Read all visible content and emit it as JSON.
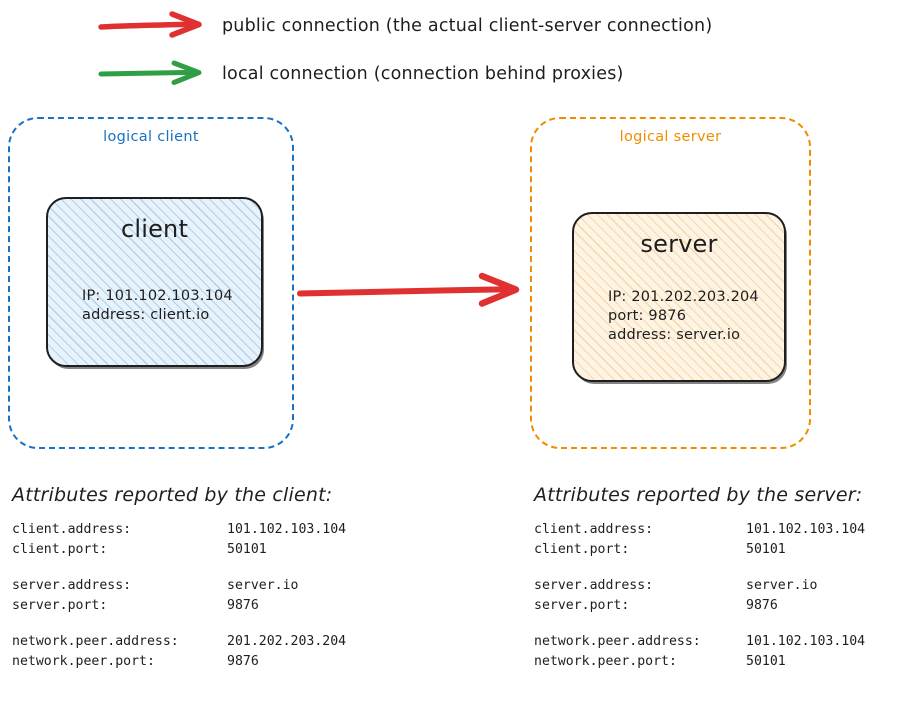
{
  "colors": {
    "public": "#e03131",
    "local": "#2f9e44",
    "logical_client_border": "#1971c2",
    "logical_server_border": "#f08c00",
    "client_fill": "#e7f2fb",
    "server_fill": "#fdf4e6",
    "ink": "#1e1e1e"
  },
  "legend": {
    "rows": [
      {
        "arrow": "red-arrow-icon",
        "label": "public connection (the actual client-server connection)"
      },
      {
        "arrow": "green-arrow-icon",
        "label": "local connection (connection behind proxies)"
      }
    ]
  },
  "diagram": {
    "public_arrow_name": "public-connection-arrow",
    "logical_client": {
      "title": "logical client",
      "node": {
        "title": "client",
        "lines": [
          "IP: 101.102.103.104",
          "address: client.io"
        ]
      }
    },
    "logical_server": {
      "title": "logical server",
      "node": {
        "title": "server",
        "lines": [
          "IP: 201.202.203.204",
          "port: 9876",
          "address: server.io"
        ]
      }
    }
  },
  "attributes": {
    "client": {
      "heading": "Attributes reported by the client:",
      "groups": [
        {
          "rows": [
            {
              "key": "client.address:",
              "value": "101.102.103.104"
            },
            {
              "key": "client.port:",
              "value": "50101"
            }
          ]
        },
        {
          "rows": [
            {
              "key": "server.address:",
              "value": "server.io"
            },
            {
              "key": "server.port:",
              "value": "9876"
            }
          ]
        },
        {
          "rows": [
            {
              "key": "network.peer.address:",
              "value": "201.202.203.204"
            },
            {
              "key": "network.peer.port:",
              "value": "9876"
            }
          ]
        }
      ]
    },
    "server": {
      "heading": "Attributes reported by the server:",
      "groups": [
        {
          "rows": [
            {
              "key": "client.address:",
              "value": "101.102.103.104"
            },
            {
              "key": "client.port:",
              "value": "50101"
            }
          ]
        },
        {
          "rows": [
            {
              "key": "server.address:",
              "value": "server.io"
            },
            {
              "key": "server.port:",
              "value": "9876"
            }
          ]
        },
        {
          "rows": [
            {
              "key": "network.peer.address:",
              "value": "101.102.103.104"
            },
            {
              "key": "network.peer.port:",
              "value": "50101"
            }
          ]
        }
      ]
    }
  }
}
